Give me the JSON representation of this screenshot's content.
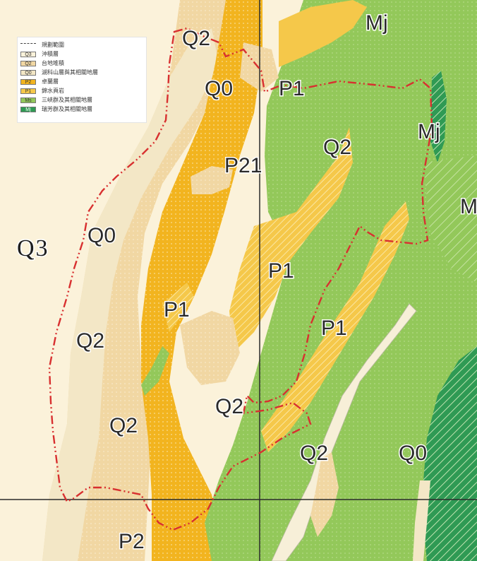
{
  "colors": {
    "Q3": "#fbf2da",
    "Q2": "#f1d7a3",
    "Q0": "#f3e7c6",
    "P2": "#f2b41f",
    "P1": "#f5c84a",
    "Ms": "#93c85a",
    "Mj": "#2f9a54",
    "boundary": "#d83030",
    "grid": "#2b2b2b"
  },
  "legend": {
    "items": [
      {
        "code": "",
        "swatch": "boundary",
        "text": "規劃範圍"
      },
      {
        "code": "Q3",
        "swatch": "Q3",
        "text": "沖積層"
      },
      {
        "code": "Q2",
        "swatch": "Q2",
        "text": "台地堆積"
      },
      {
        "code": "Q0",
        "swatch": "Q0",
        "text": "湖科山層與其相關地層"
      },
      {
        "code": "P2",
        "swatch": "P2",
        "text": "卓蘭層"
      },
      {
        "code": "P1",
        "swatch": "P1",
        "text": "錦水頁岩"
      },
      {
        "code": "Ms",
        "swatch": "Ms",
        "text": "三峽群及其相關地層"
      },
      {
        "code": "Mj",
        "swatch": "Mj",
        "text": "瑞芳群及其相關地層"
      }
    ]
  },
  "labels": {
    "q3": "Q3",
    "q2_top": "Q2",
    "mj_top": "Mj",
    "q0_top": "Q0",
    "p1_top": "P1",
    "mj_right": "Mj",
    "q2_right": "Q2",
    "p21": "P21",
    "m_edge": "M",
    "q0_left": "Q0",
    "p1_center": "P1",
    "p1_left": "P1",
    "p1_mid": "P1",
    "q2_left": "Q2",
    "q2_center": "Q2",
    "q2_lower": "Q2",
    "q2_bottom": "Q2",
    "q0_bottom": "Q0",
    "p2_bottom": "P2"
  }
}
